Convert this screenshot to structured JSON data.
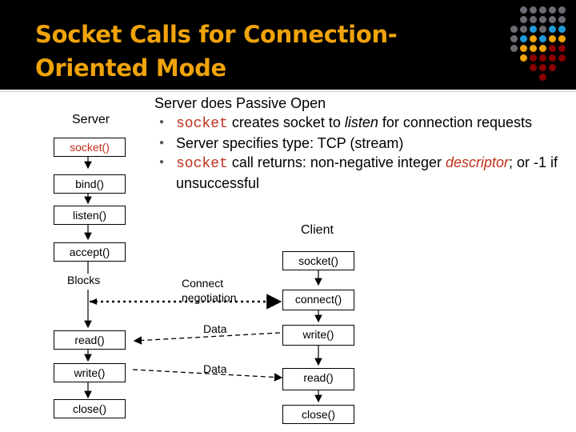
{
  "title": "Socket Calls for Connection-Oriented Mode",
  "colors": {
    "accent": "#f0a30a",
    "code_red": "#c0301a",
    "header_bg": "#000000",
    "dot_gray": "#6b6b73",
    "dot_blue": "#1e9bd7",
    "dot_orange": "#f0a30a",
    "dot_red": "#8b0000"
  },
  "description": {
    "heading": "Server does Passive Open",
    "bullets": [
      {
        "code": "socket",
        "pre": "",
        "mid": " creates socket to ",
        "em": "listen",
        "post": " for connection requests"
      },
      {
        "text": "Server specifies type: TCP (stream)"
      },
      {
        "code": "socket",
        "mid": " call returns:  non-negative integer ",
        "em": "descriptor",
        "post": "; or -1 if unsuccessful"
      }
    ]
  },
  "server": {
    "label": "Server",
    "calls": [
      "socket()",
      "bind()",
      "listen()",
      "accept()"
    ],
    "blocks": "Blocks",
    "read": "read()",
    "write": "write()",
    "close": "close()"
  },
  "client": {
    "label": "Client",
    "calls": [
      "socket()",
      "connect()",
      "write()",
      "read()",
      "close()"
    ]
  },
  "exchanges": {
    "connect": "Connect negotiation",
    "data1": "Data",
    "data2": "Data"
  }
}
